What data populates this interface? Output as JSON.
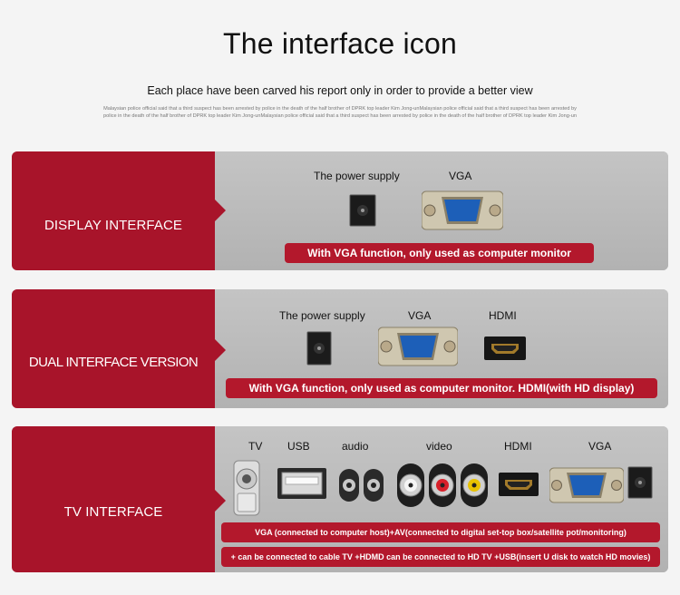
{
  "header": {
    "title": "The interface icon",
    "subtitle": "Each place have been carved his report only in order to provide a better view",
    "fineprint": "Malaysian police official said that a third suspect has been arrested by police in the death of the half brother of DPRK top leader Kim Jong-unMalaysian police official said that a third suspect has been arrested by police in the death of the half brother of DPRK top leader Kim Jong-unMalaysian police official said that a third suspect has been arrested by police in the death of the half brother of DPRK top leader Kim Jong-un"
  },
  "panels": [
    {
      "label": "DISPLAY INTERFACE",
      "ports": [
        "The power supply",
        "VGA"
      ],
      "banner": "With VGA function, only used as computer monitor"
    },
    {
      "label": "DUAL INTERFACE VERSION",
      "ports": [
        "The power supply",
        "VGA",
        "HDMI"
      ],
      "banner": "With VGA function, only used as computer monitor. HDMI(with HD display)"
    },
    {
      "label": "TV INTERFACE",
      "ports": [
        "TV",
        "USB",
        "audio",
        "video",
        "HDMI",
        "VGA"
      ],
      "banners": [
        "VGA (connected to computer host)+AV(connected to digital set-top box/satellite pot/monitoring)",
        "+ can be connected to cable TV +HDMD can be connected to HD TV +USB(insert U disk to watch HD movies)"
      ]
    }
  ],
  "colors": {
    "brand_red": "#a8142a",
    "panel_gray": "#b6b6b6",
    "vga_blue": "#1d5fb8",
    "video_yellow": "#e8c200",
    "video_red": "#d8202a"
  },
  "icons": [
    "power-jack-icon",
    "vga-port-icon",
    "hdmi-port-icon",
    "coax-tv-port-icon",
    "usb-port-icon",
    "audio-jack-icon",
    "rca-port-icon"
  ]
}
